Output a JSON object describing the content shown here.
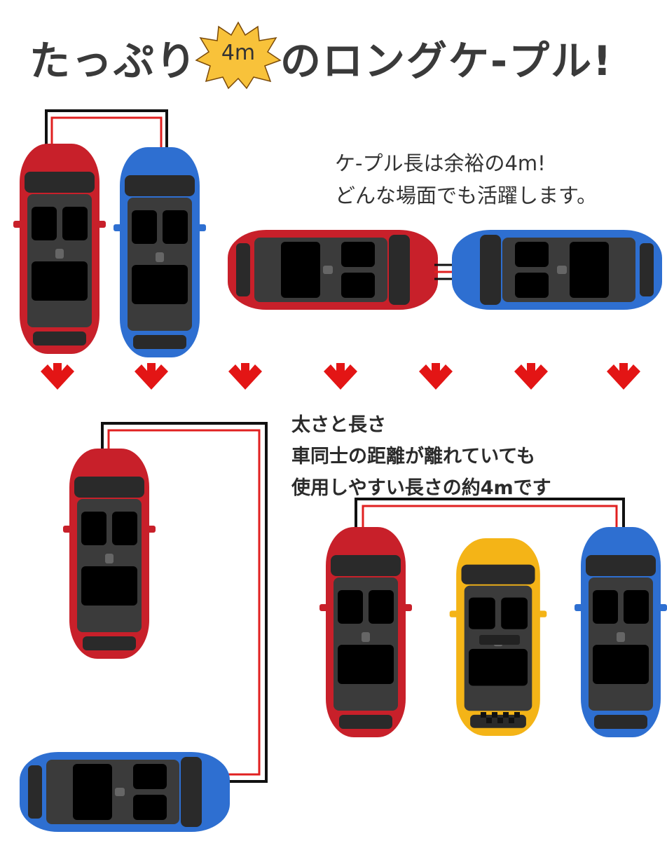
{
  "title": {
    "before": "たっぷり",
    "badge": "4m",
    "after": "のロングケ-プル!"
  },
  "note_top": {
    "line1": "ケ-プル長は余裕の4m!",
    "line2": "どんな場面でも活躍します。"
  },
  "note_bottom": {
    "line1": "太さと長さ",
    "line2": "車同士の距離が離れていても",
    "line3": "使用しやすい長さの約4mです"
  },
  "taxi_sign": "",
  "colors": {
    "red_car": "#c8202a",
    "blue_car": "#2e6fd1",
    "yellow_car": "#f4b417",
    "cable_red": "#e02020",
    "cable_black": "#111111",
    "arrow": "#e31515",
    "badge": "#f8c23a",
    "title_text": "#3a3a3a"
  },
  "arrow_count": 7
}
